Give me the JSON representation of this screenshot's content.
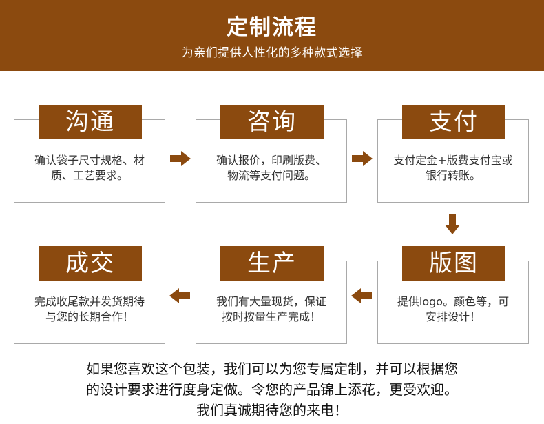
{
  "header": {
    "title": "定制流程",
    "subtitle": "为亲们提供人性化的多种款式选择"
  },
  "steps": [
    {
      "title": "沟通",
      "lines": [
        "确认袋子尺寸规格、材",
        "质、工艺要求。"
      ]
    },
    {
      "title": "咨询",
      "lines": [
        "确认报价，印刷版费、",
        "物流等支付问题。"
      ]
    },
    {
      "title": "支付",
      "lines": [
        "支付定金+版费支付宝或",
        "银行转账。"
      ]
    },
    {
      "title": "版图",
      "lines": [
        "提供logo。颜色等，可",
        "安排设计！"
      ]
    },
    {
      "title": "生产",
      "lines": [
        "我们有大量现货，保证",
        "按时按量生产完成！"
      ]
    },
    {
      "title": "成交",
      "lines": [
        "完成收尾款并发货期待",
        "与您的长期合作！"
      ]
    }
  ],
  "footer": {
    "lines": [
      "如果您喜欢这个包装，我们可以为您专属定制，并可以根据您",
      "的设计要求进行度身定做。令您的产品锦上添花，更受欢迎。",
      "我们真诚期待您的来电！"
    ]
  },
  "colors": {
    "accent": "#8b4a0f",
    "border": "#a9a9a9",
    "arrow": "#8b4a0f"
  }
}
